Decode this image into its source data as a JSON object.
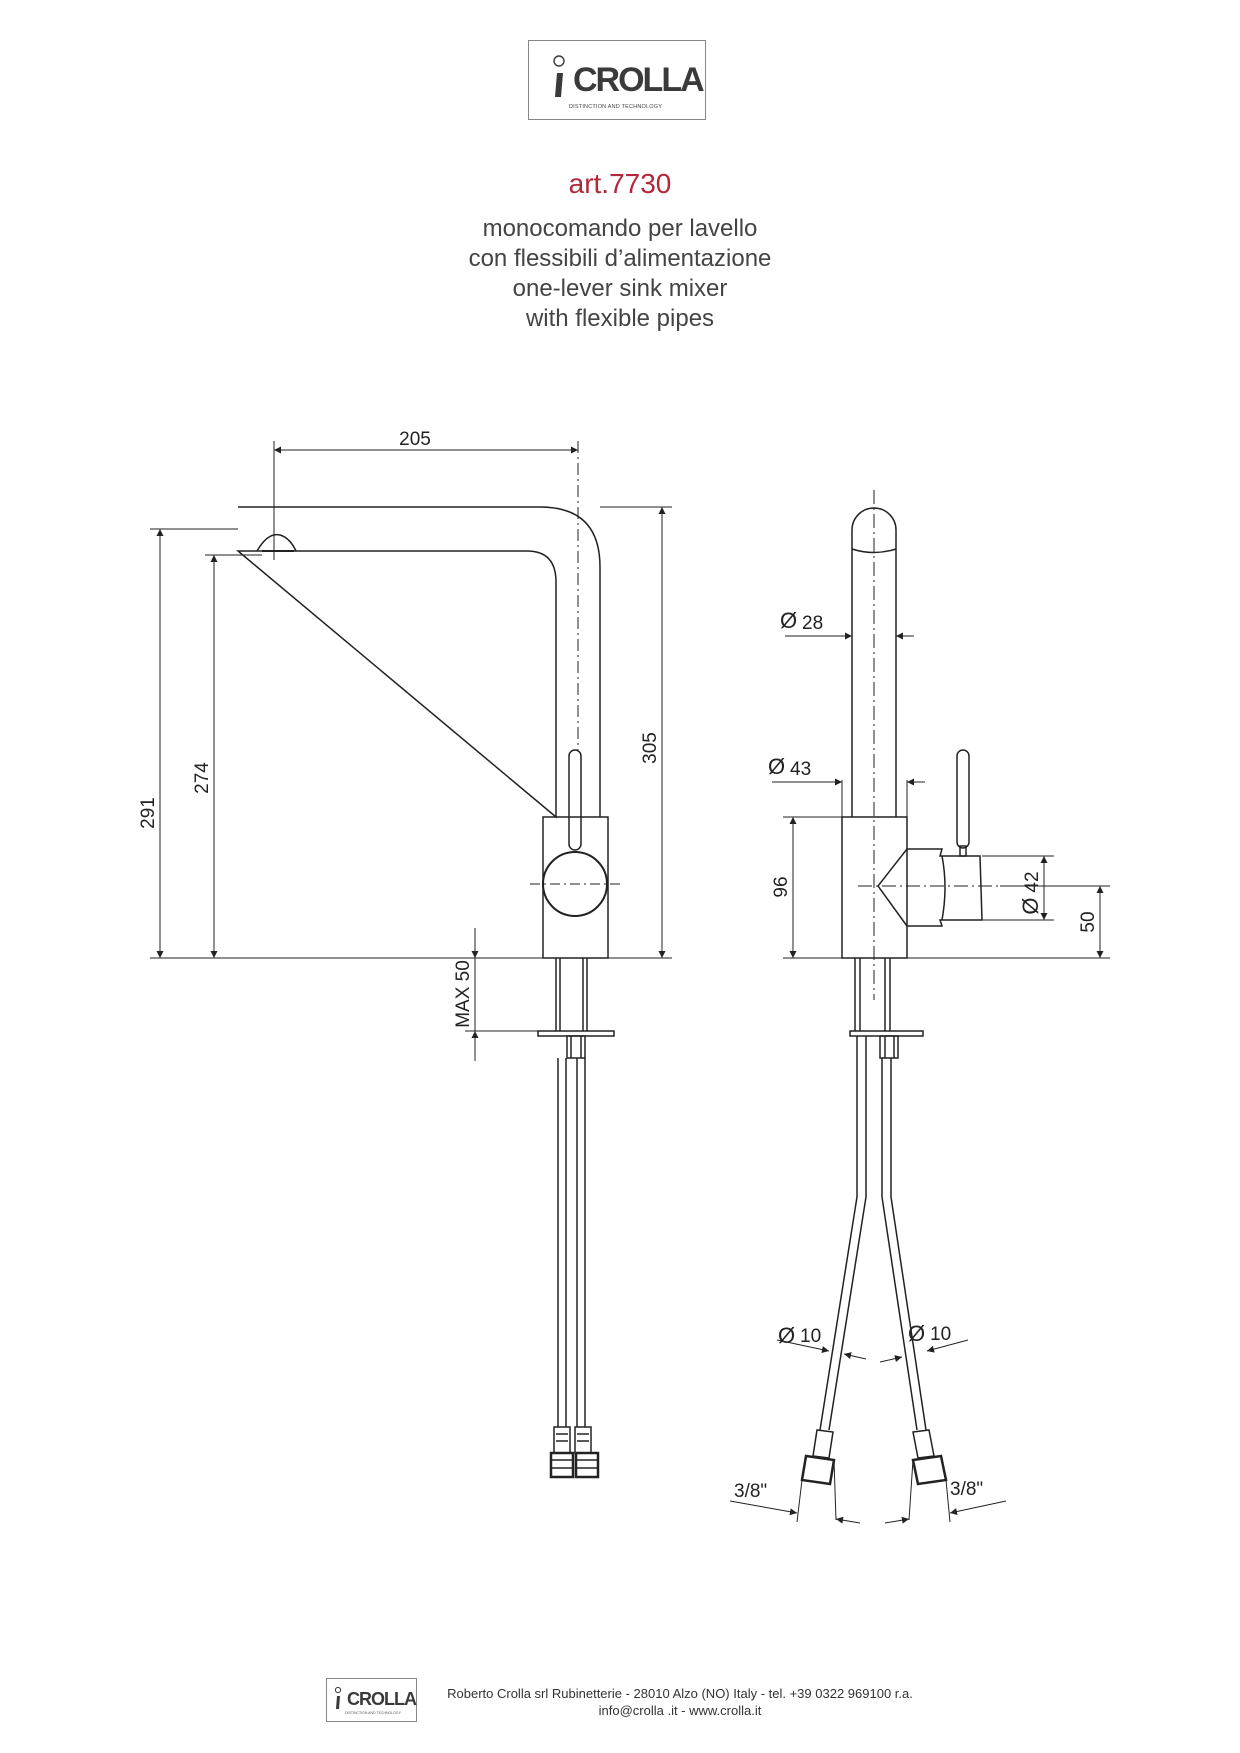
{
  "brand": {
    "logo_word": "CROLLA",
    "tagline": "DISTINCTION AND TECHNOLOGY"
  },
  "header": {
    "article": "art.7730",
    "description_lines": [
      "monocomando per lavello",
      "con flessibili d’alimentazione",
      "one-lever sink mixer",
      "with flexible pipes"
    ]
  },
  "dimensions": {
    "spout_reach": "205",
    "total_height": "291",
    "spout_height": "274",
    "body_height": "305",
    "max_deck": "MAX 50",
    "spout_diameter": "28",
    "body_diameter": "43",
    "lever_height": "96",
    "cartridge_diameter": "42",
    "lever_center": "50",
    "pipe_diameter_left": "10",
    "pipe_diameter_right": "10",
    "thread_left": "3/8\"",
    "thread_right": "3/8\"",
    "diameter_symbol": "Ø"
  },
  "footer": {
    "line1": "Roberto Crolla srl Rubinetterie  -  28010 Alzo (NO) Italy  - tel. +39 0322 969100 r.a.",
    "line2": "info@crolla .it  -  www.crolla.it"
  },
  "colors": {
    "accent": "#b0283a",
    "line": "#222222"
  }
}
